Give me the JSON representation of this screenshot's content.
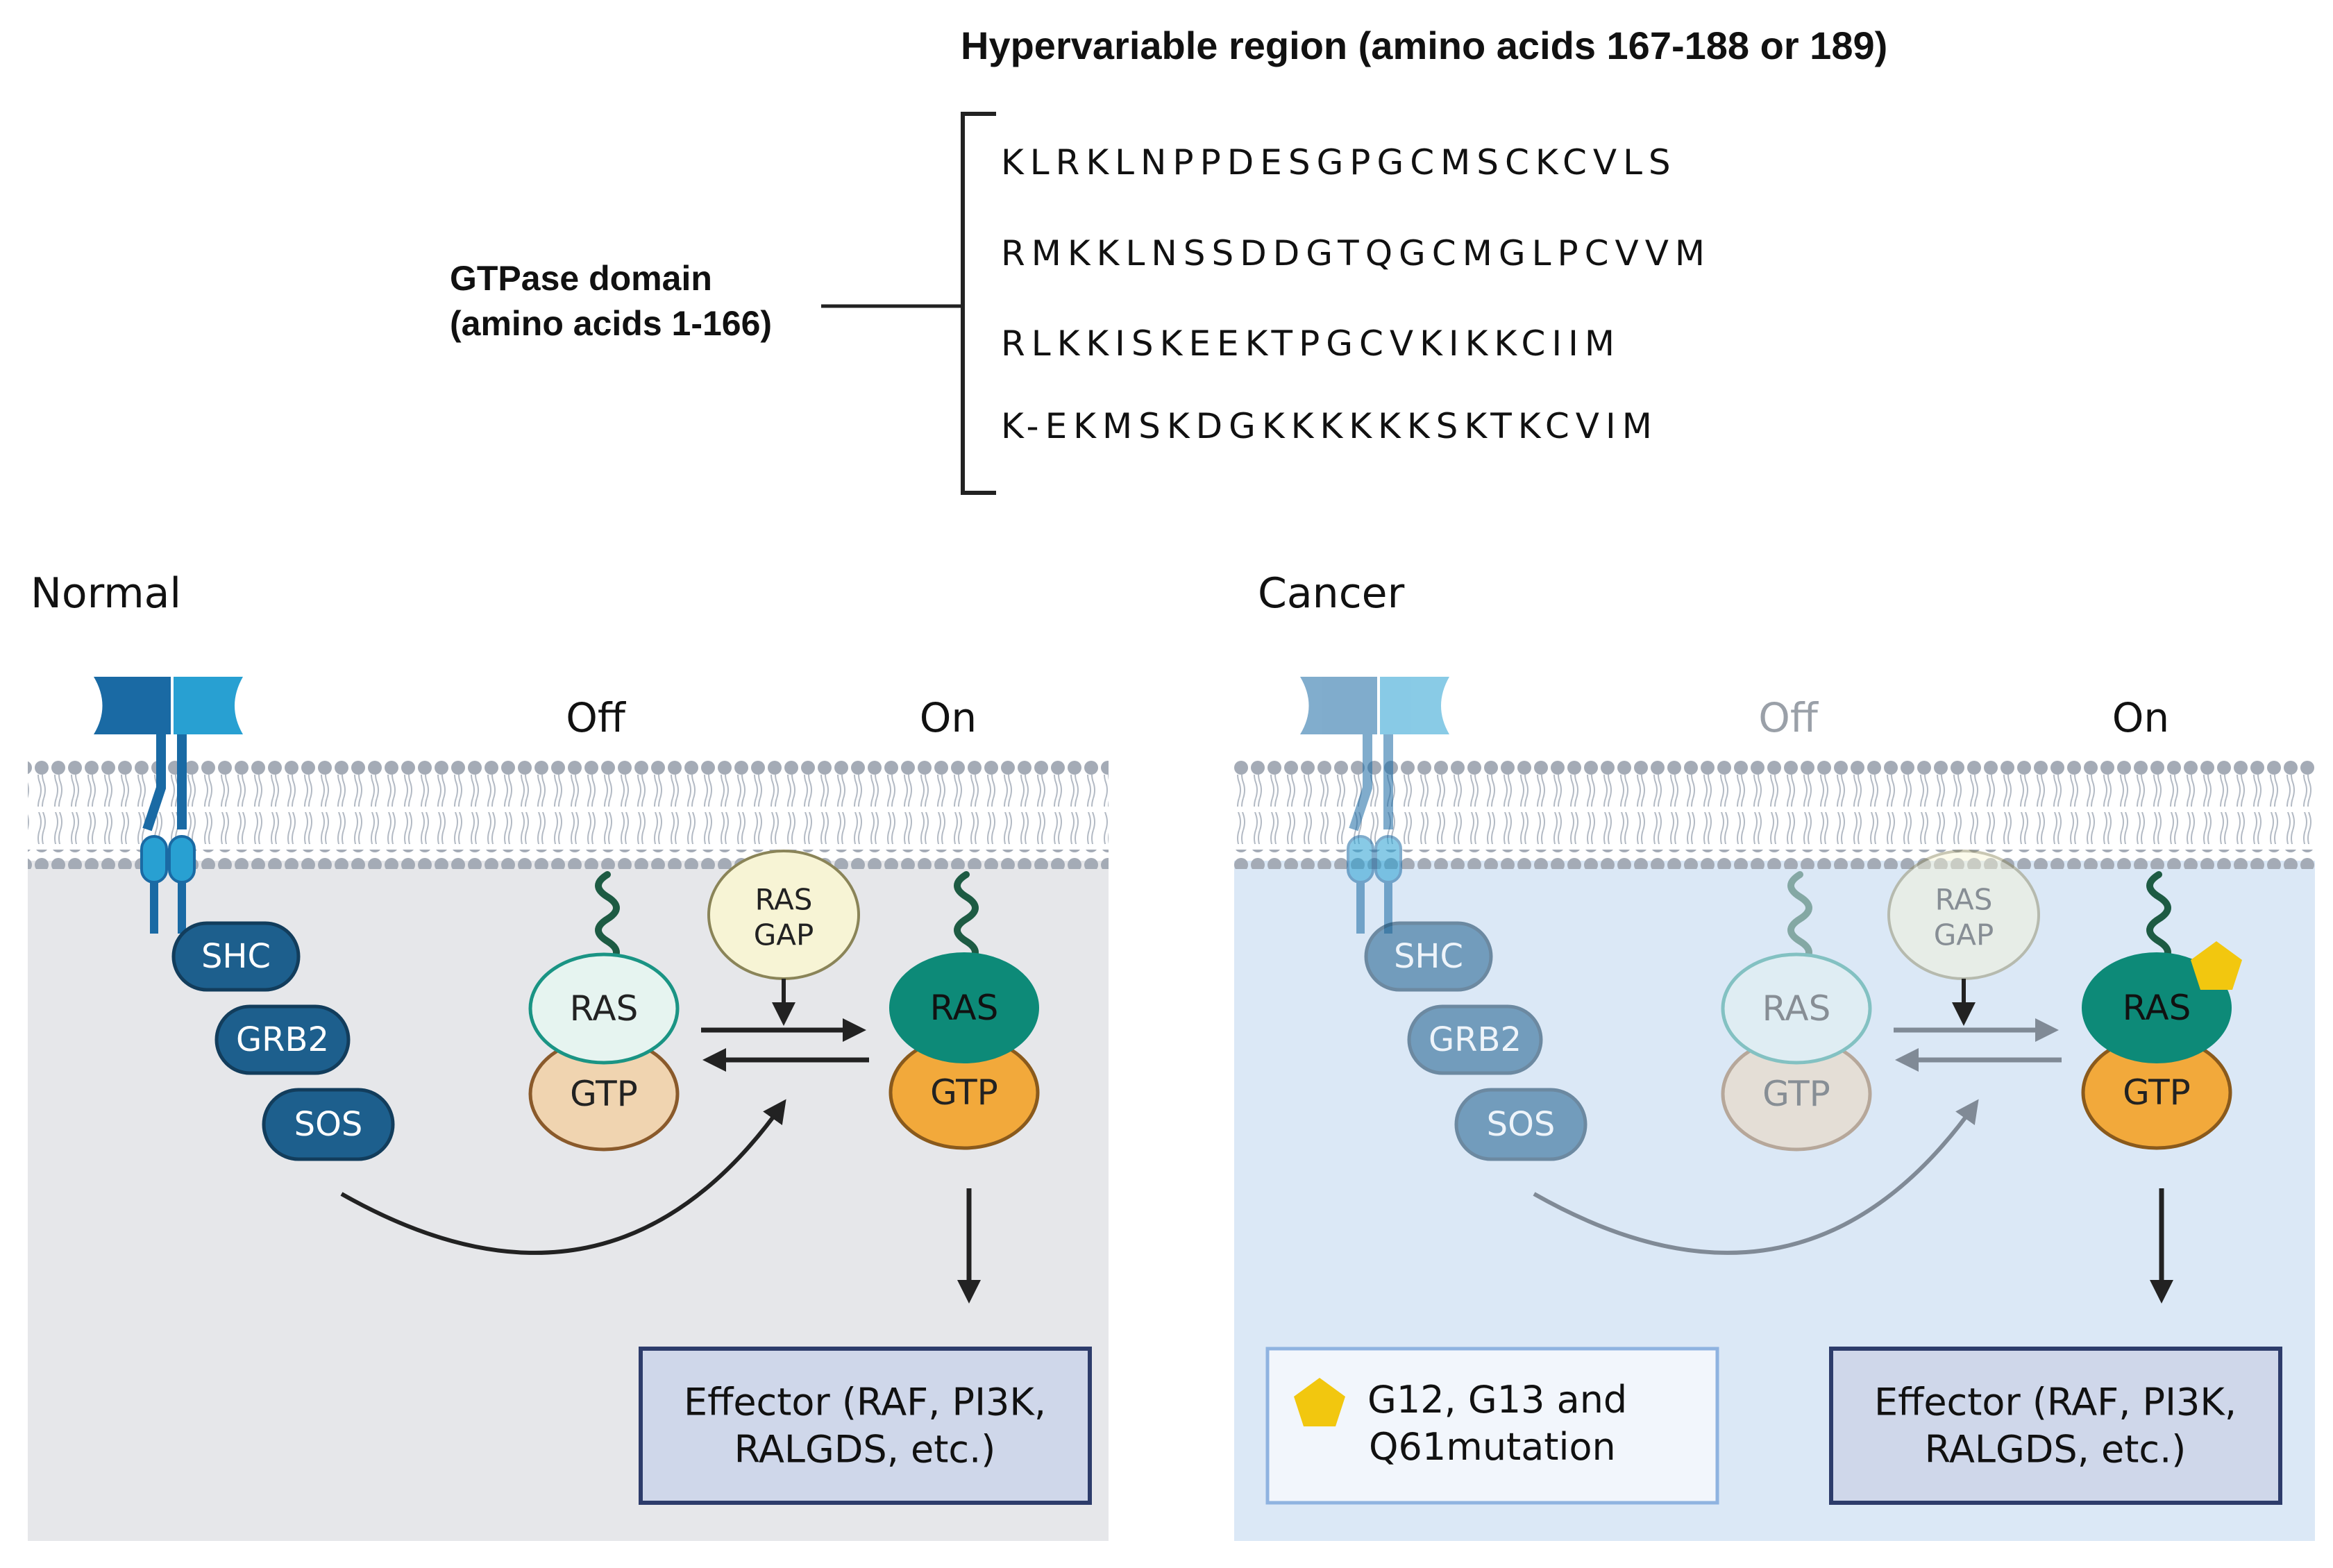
{
  "top": {
    "hvr_title": "Hypervariable region (amino acids 167-188 or 189)",
    "gtpase_line1": "GTPase domain",
    "gtpase_line2": "(amino acids 1-166)",
    "sequences": [
      "KLRKLNPPDESGPGCMSCKCVLS",
      "RMKKLNSSDDGTQGCMGLPCVVM",
      "RLKKISKEEKTPGCVKIKKCIIM",
      "K-EKMSKDGKKKKKKSKTKCVIM"
    ]
  },
  "normal": {
    "title": "Normal",
    "off": "Off",
    "on": "On",
    "shc": "SHC",
    "grb2": "GRB2",
    "sos": "SOS",
    "ras": "RAS",
    "gtp": "GTP",
    "gap_line1": "RAS",
    "gap_line2": "GAP",
    "ras_on": "RAS",
    "gtp_on": "GTP",
    "effector_line1": "Effector (RAF, PI3K,",
    "effector_line2": "RALGDS, etc.)"
  },
  "cancer": {
    "title": "Cancer",
    "off": "Off",
    "on": "On",
    "shc": "SHC",
    "grb2": "GRB2",
    "sos": "SOS",
    "ras": "RAS",
    "gtp": "GTP",
    "gap_line1": "RAS",
    "gap_line2": "GAP",
    "ras_on": "RAS",
    "gtp_on": "GTP",
    "mutation_line1": "G12, G13 and",
    "mutation_line2": "Q61mutation",
    "effector_line1": "Effector (RAF, PI3K,",
    "effector_line2": "RALGDS, etc.)"
  },
  "colors": {
    "normal_bg": "#e6e7ea",
    "cancer_bg": "#dbe8f6",
    "ras_on": "#0d8a78",
    "gtp_on": "#f2a93b",
    "ras_off": "#e6f4f0",
    "gtp_off": "#f0d4b0",
    "gap": "#f7f4d5",
    "adaptor": "#1d5f8d",
    "receptor_dark": "#1a6aa4",
    "receptor_light": "#28a0d2",
    "mutation": "#f2c70f",
    "effector_fill": "#cfd7ea",
    "effector_border": "#2d3c6b"
  }
}
